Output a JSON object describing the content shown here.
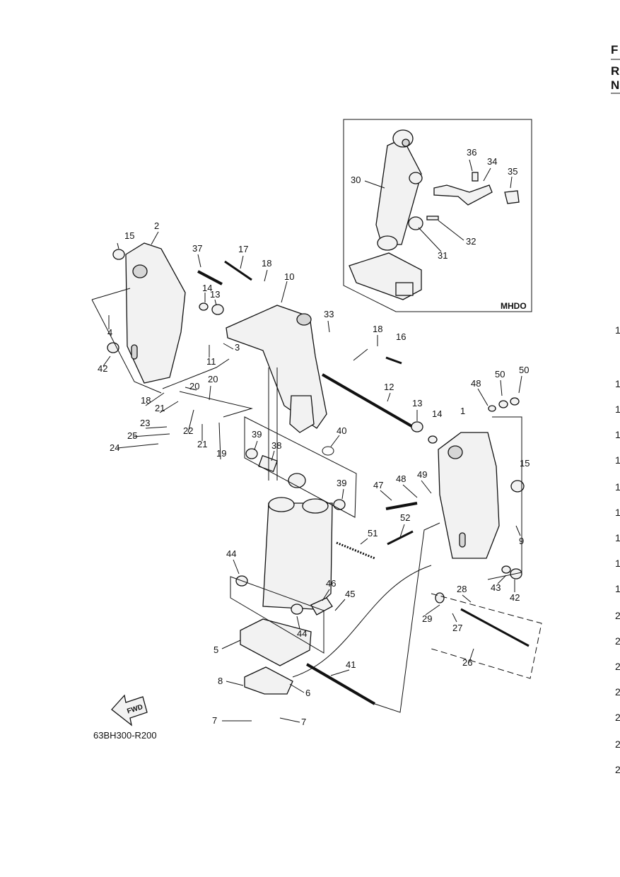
{
  "diagram": {
    "inset_label": "MHDO",
    "figure_code": "63BH300-R200",
    "fwd_label": "FWD",
    "right_edge_header": [
      "F",
      "R",
      "N"
    ],
    "right_edge_numbers": [
      "1",
      "1",
      "1",
      "1",
      "1",
      "1",
      "1",
      "1",
      "1",
      "1",
      "2",
      "2",
      "2",
      "2",
      "2",
      "2",
      "2"
    ],
    "callouts": [
      "1",
      "2",
      "3",
      "4",
      "5",
      "6",
      "7",
      "7",
      "8",
      "9",
      "10",
      "11",
      "12",
      "13",
      "13",
      "14",
      "14",
      "15",
      "15",
      "16",
      "17",
      "18",
      "18",
      "18",
      "19",
      "20",
      "20",
      "21",
      "21",
      "22",
      "23",
      "24",
      "25",
      "26",
      "27",
      "28",
      "29",
      "30",
      "31",
      "32",
      "33",
      "34",
      "35",
      "36",
      "37",
      "38",
      "39",
      "39",
      "40",
      "41",
      "42",
      "42",
      "43",
      "44",
      "44",
      "45",
      "46",
      "47",
      "48",
      "48",
      "49",
      "50",
      "50",
      "51",
      "52"
    ]
  }
}
